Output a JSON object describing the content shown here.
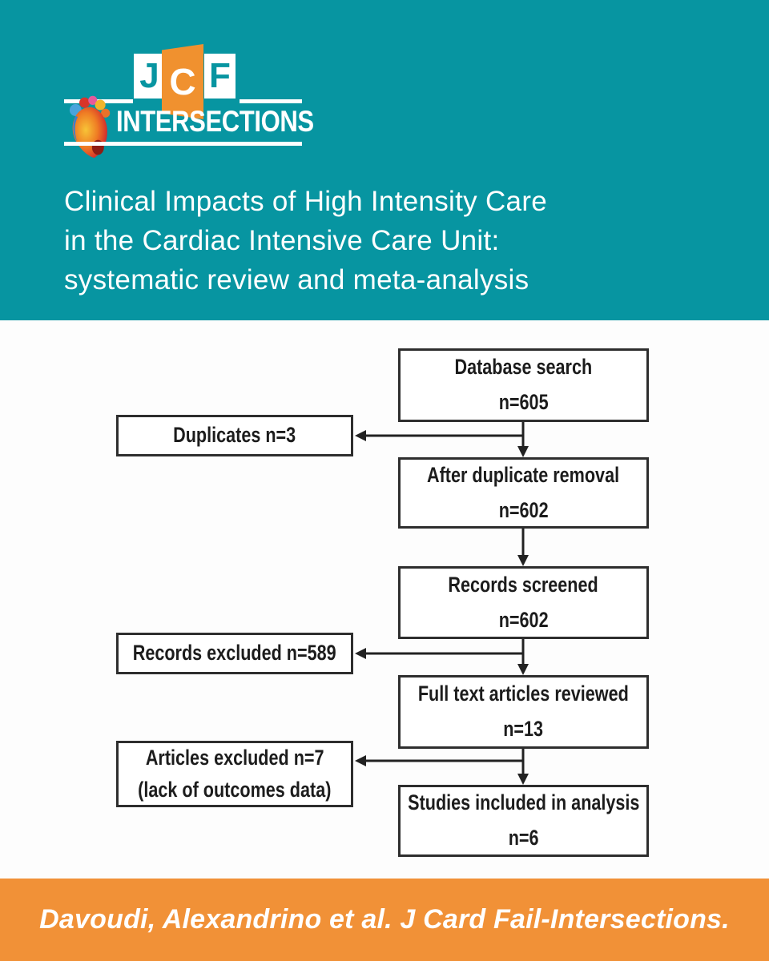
{
  "brand": {
    "logo_letters": [
      "J",
      "C",
      "F"
    ],
    "logo_name": "INTERSECTIONS",
    "heart_icon": "anatomical-heart-icon",
    "colors": {
      "teal_background": "#0795A1",
      "logo_orange": "#F0912F",
      "footer_orange": "#F19137",
      "box_border": "#2e2e2e"
    }
  },
  "header": {
    "title_lines": [
      "Clinical Impacts of High Intensity Care",
      "in the Cardiac Intensive Care Unit:",
      "systematic review and meta-analysis"
    ]
  },
  "flowchart": {
    "main_boxes": [
      {
        "label": "Database search",
        "count": "n=605"
      },
      {
        "label": "After duplicate removal",
        "count": "n=602"
      },
      {
        "label": "Records screened",
        "count": "n=602"
      },
      {
        "label": "Full text articles reviewed",
        "count": "n=13"
      },
      {
        "label": "Studies included in analysis",
        "count": "n=6"
      }
    ],
    "side_boxes": [
      {
        "label": "Duplicates n=3"
      },
      {
        "label": "Records excluded n=589"
      },
      {
        "label": "Articles excluded n=7",
        "note": "(lack of outcomes data)"
      }
    ]
  },
  "footer": {
    "citation": "Davoudi, Alexandrino et al. J Card Fail-Intersections."
  }
}
